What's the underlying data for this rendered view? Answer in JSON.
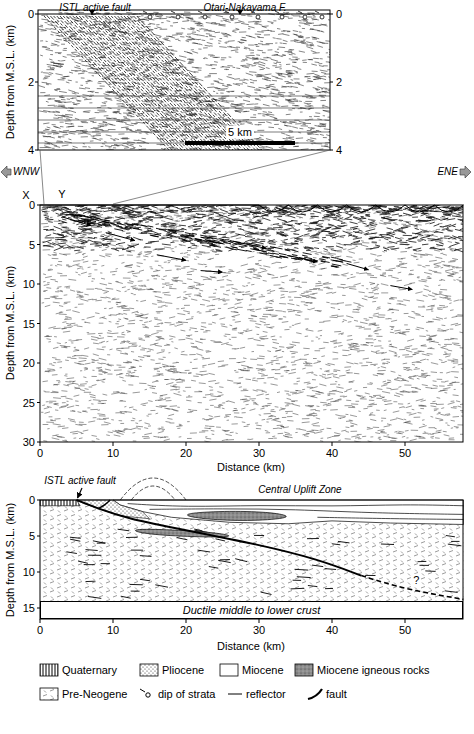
{
  "diagram": {
    "nodes": [
      {
        "text": [
          "Ductile middle to lower crust"
        ]
      }
    ],
    "labels": [
      "ISTL active fault",
      "Otari-Nakayama F.",
      "Depth from M.S.L. (km)",
      "0",
      "2",
      "4",
      "0",
      "2",
      "4",
      "5 km",
      "WNW",
      "ENE",
      "X",
      "Y",
      "Depth from M.S.L. (km)",
      "0",
      "5",
      "10",
      "15",
      "20",
      "25",
      "30",
      "0",
      "10",
      "20",
      "30",
      "40",
      "50",
      "Distance (km)",
      "ISTL active fault",
      "Central Uplift Zone",
      "?",
      "Depth from M.S.L. (km)",
      "0",
      "5",
      "10",
      "15",
      "0",
      "10",
      "20",
      "30",
      "40",
      "50",
      "Distance (km)"
    ],
    "legend": [
      {
        "text": "Quaternary"
      },
      {
        "text": "Pliocene"
      },
      {
        "text": "Miocene",
        "color": "#ffffff"
      },
      {
        "text": "Miocene igneous rocks"
      },
      {
        "text": "Pre-Neogene"
      },
      {
        "text": "dip of strata"
      },
      {
        "text": "reflector"
      },
      {
        "text": "fault"
      }
    ]
  }
}
